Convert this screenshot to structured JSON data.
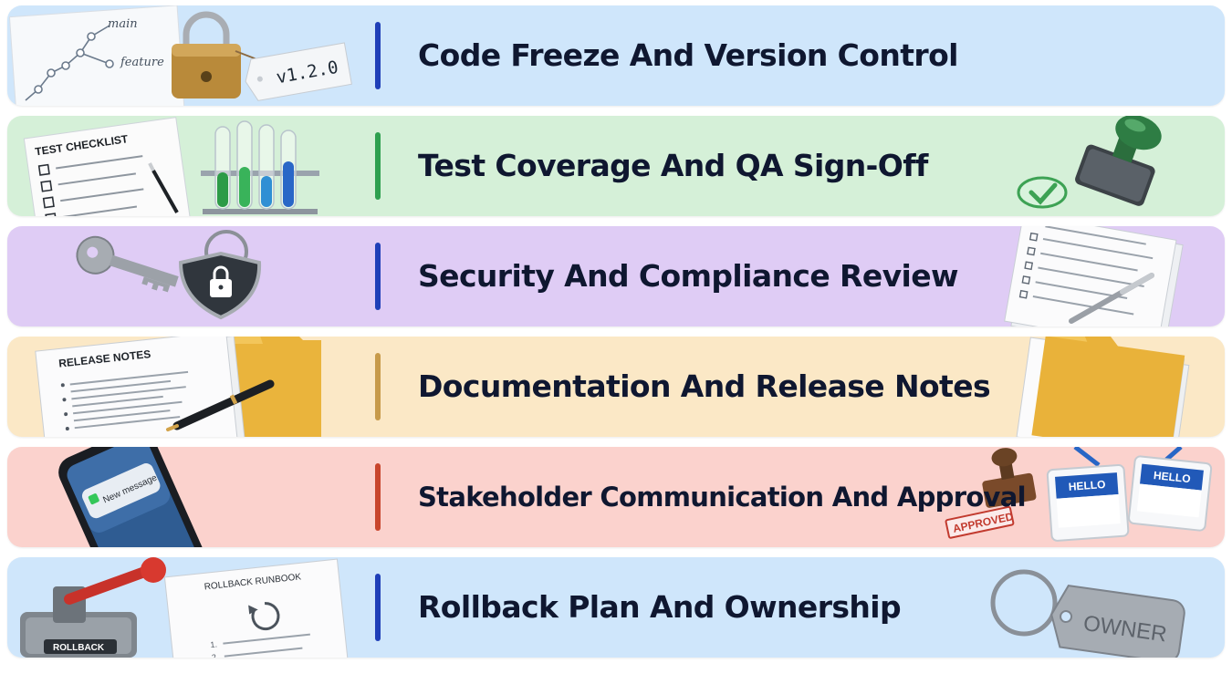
{
  "rows": [
    {
      "title": "Code Freeze And Version Control",
      "bg": "#cfe6fb",
      "accent": "#1f3fb8",
      "left_art": {
        "icon": "git-branch-lock-tag-icon",
        "labels": [
          "main",
          "feature"
        ],
        "tag": "v1.2.0"
      },
      "right_art": null
    },
    {
      "title": "Test Coverage And QA Sign-Off",
      "bg": "#d5f0d8",
      "accent": "#2ea04f",
      "left_art": {
        "icon": "test-checklist-tubes-icon",
        "label": "TEST CHECKLIST"
      },
      "right_art": {
        "icon": "stamp-checkmark-icon"
      }
    },
    {
      "title": "Security And Compliance Review",
      "bg": "#dfccf5",
      "accent": "#1f3fb8",
      "left_art": {
        "icon": "key-shield-lock-icon"
      },
      "right_art": {
        "icon": "compliance-documents-pen-icon"
      }
    },
    {
      "title": "Documentation And Release Notes",
      "bg": "#fbe8c6",
      "accent": "#c79a4a",
      "left_art": {
        "icon": "release-notes-folder-pen-icon",
        "label": "RELEASE NOTES"
      },
      "right_art": {
        "icon": "folder-documents-icon"
      }
    },
    {
      "title": "Stakeholder Communication And Approval",
      "bg": "#fbd2cd",
      "accent": "#c8452c",
      "left_art": {
        "icon": "phone-message-icon",
        "label": "New message"
      },
      "right_art": {
        "icon": "approved-stamp-badges-icon",
        "stamp": "APPROVED",
        "badges": [
          "HELLO",
          "HELLO"
        ]
      }
    },
    {
      "title": "Rollback Plan And Ownership",
      "bg": "#cfe6fb",
      "accent": "#1f3fb8",
      "left_art": {
        "icon": "rollback-lever-runbook-icon",
        "lever": "ROLLBACK",
        "label": "ROLLBACK RUNBOOK"
      },
      "right_art": {
        "icon": "owner-keytag-icon",
        "label": "OWNER"
      }
    }
  ]
}
